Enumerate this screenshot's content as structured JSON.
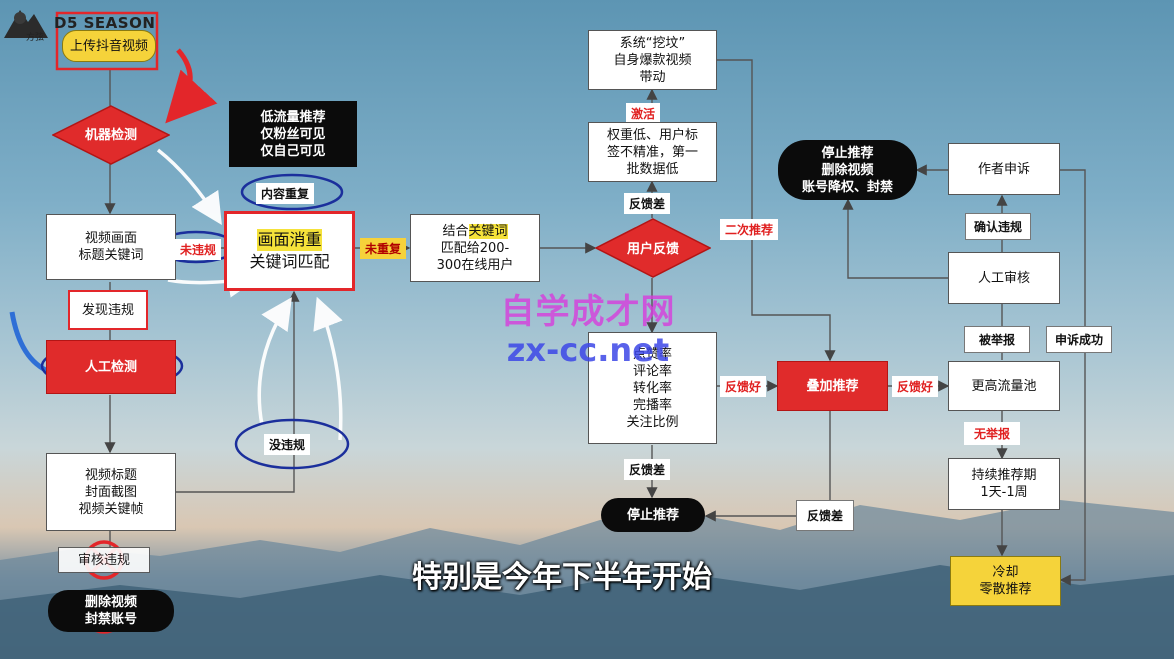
{
  "logo": {
    "brand": "D5 SEASON",
    "small": "方弦"
  },
  "nodes": {
    "upload": "上传抖音视频",
    "machine_check": "机器检测",
    "video_check": [
      "视频画面",
      "标题关键词"
    ],
    "violation_found": "发现违规",
    "manual_check": "人工检测",
    "title_check": [
      "视频标题",
      "封面截图",
      "视频关键帧"
    ],
    "review_violation": "审核违规",
    "deleted": [
      "删除视频",
      "封禁账号"
    ],
    "low_traffic": [
      "低流量推荐",
      "仅粉丝可见",
      "仅自己可见"
    ],
    "content_duplicate": "内容重复",
    "dedupe": {
      "line1": "画面消重",
      "line2": "关键词匹配"
    },
    "no_violation": "没违规",
    "keyword_match": {
      "prefix": "结合",
      "highlight": "关键词",
      "lines": [
        "匹配给200-",
        "300在线用户"
      ]
    },
    "user_feedback": "用户反馈",
    "low_weight": [
      "权重低、用户标",
      "签不精准，第一",
      "批数据低"
    ],
    "dig_grave": [
      "系统“挖坟”",
      "自身爆款视频",
      "带动"
    ],
    "metrics": [
      "点赞率",
      "评论率",
      "转化率",
      "完播率",
      "关注比例"
    ],
    "boost": "叠加推荐",
    "higher_pool": "更高流量池",
    "continued": [
      "持续推荐期",
      "1天-1周"
    ],
    "cooldown": [
      "冷却",
      "零散推荐"
    ],
    "stop_recommend": "停止推荐",
    "stop_delete": [
      "停止推荐",
      "删除视频",
      "账号降权、封禁"
    ],
    "author_appeal": "作者申诉",
    "confirm_violation": "确认违规",
    "manual_review": "人工审核",
    "reported": "被举报",
    "appeal_success": "申诉成功"
  },
  "labels": {
    "not_violated": "未违规",
    "not_duplicate": "未重复",
    "activate": "激活",
    "feedback_bad_1": "反馈差",
    "feedback_bad_2": "反馈差",
    "feedback_bad_3": "反馈差",
    "feedback_good_1": "反馈好",
    "feedback_good_2": "反馈好",
    "second_recommend": "二次推荐",
    "no_report": "无举报"
  },
  "watermark": {
    "line1": "自学成才网",
    "line2": "zx-cc.net"
  },
  "subtitle": "特别是今年下半年开始",
  "colors": {
    "red": "#e02b2b",
    "yellow": "#f5d33a",
    "dark": "#0b0b0b",
    "annot_blue": "#1b2f9c",
    "annot_pink": "#e040c0"
  }
}
